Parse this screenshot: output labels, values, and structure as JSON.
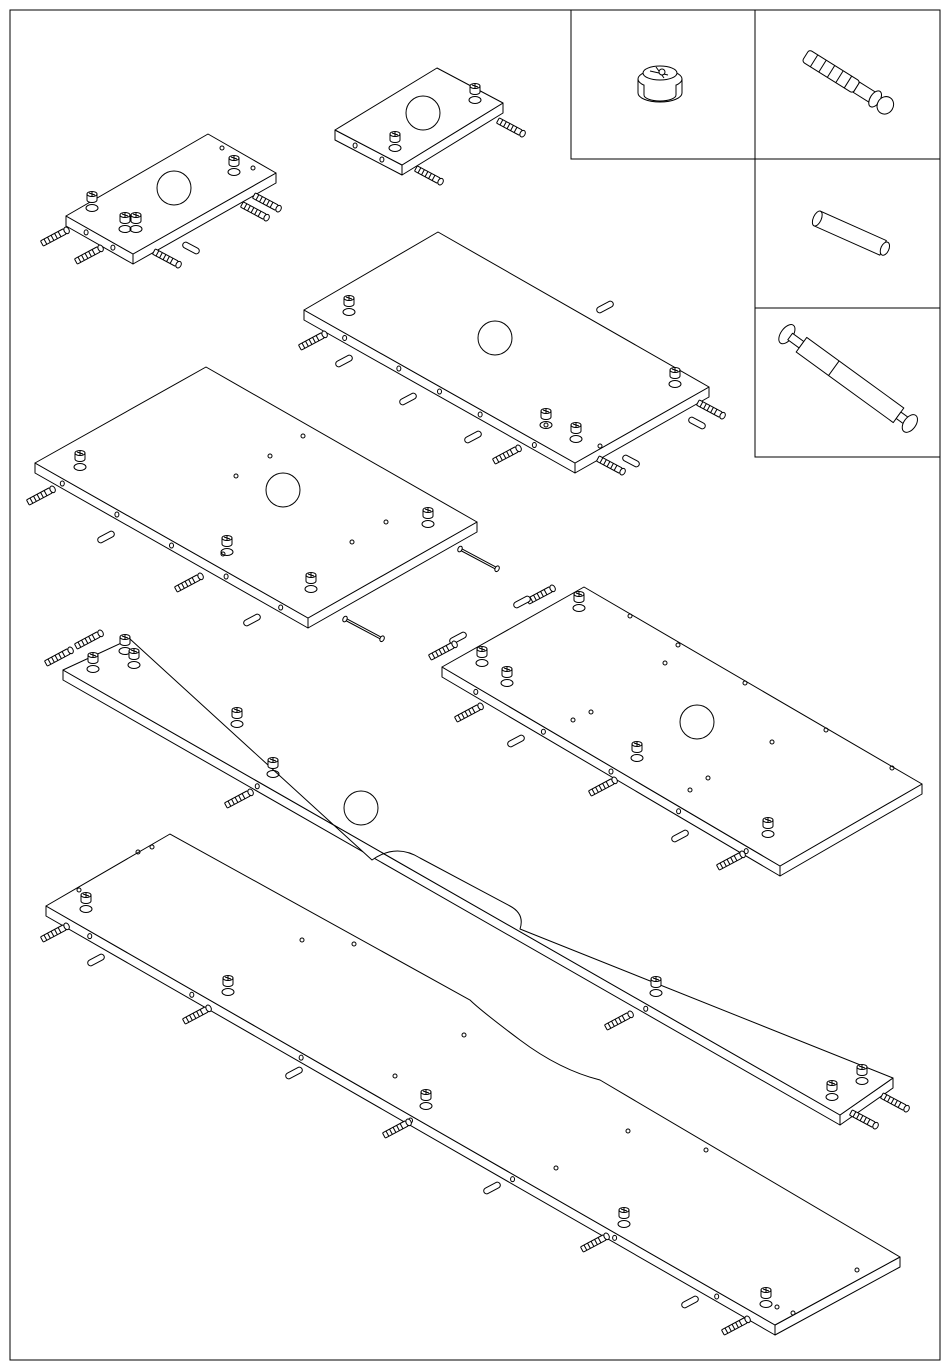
{
  "diagram": {
    "kind": "exploded assembly drawing",
    "panels": [
      "panel-small-top",
      "panel-small-left",
      "panel-mid-upper",
      "panel-large-left",
      "panel-long-notched",
      "panel-mid-right",
      "panel-longest-bottom"
    ],
    "legend_parts": [
      "cam-lock-fitting",
      "cam-bolt-dowel",
      "wooden-dowel",
      "connector-bolt"
    ],
    "line_color": "#000000",
    "background_color": "#ffffff"
  }
}
